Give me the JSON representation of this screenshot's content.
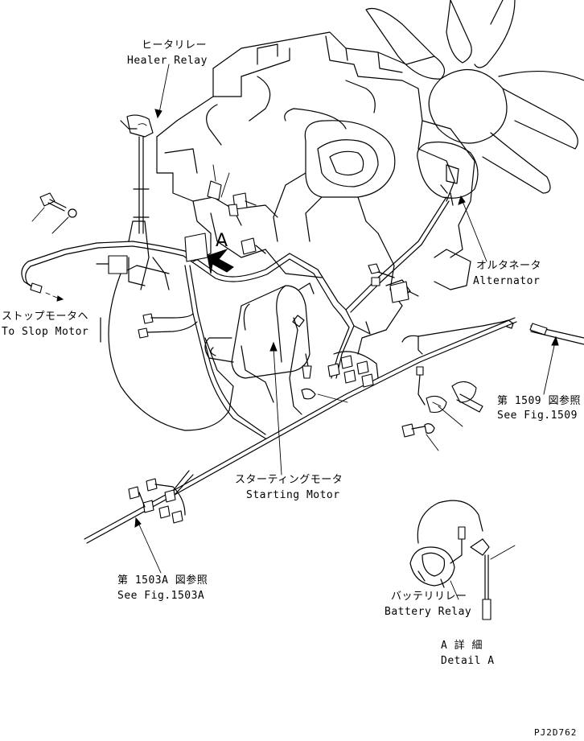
{
  "labels": {
    "heater_relay_jp": "ヒータリレー",
    "heater_relay_en": "Healer Relay",
    "alternator_jp": "オルタネータ",
    "alternator_en": "Alternator",
    "stop_motor_jp": "ストップモータヘ",
    "stop_motor_en": "To Slop Motor",
    "see_fig_1509_jp": "第 1509 図参照",
    "see_fig_1509_en": "See Fig.1509",
    "starting_motor_jp": "スターティングモータ",
    "starting_motor_en": "Starting Motor",
    "see_fig_1503a_jp": "第 1503A 図参照",
    "see_fig_1503a_en": "See Fig.1503A",
    "battery_relay_jp": "バッテリリレー",
    "battery_relay_en": "Battery Relay",
    "detail_a_jp": "A 詳 細",
    "detail_a_en": "Detail A",
    "view_marker": "A",
    "drawing_code": "PJ2D762"
  },
  "colors": {
    "ink": "#000000",
    "paper": "#ffffff"
  }
}
